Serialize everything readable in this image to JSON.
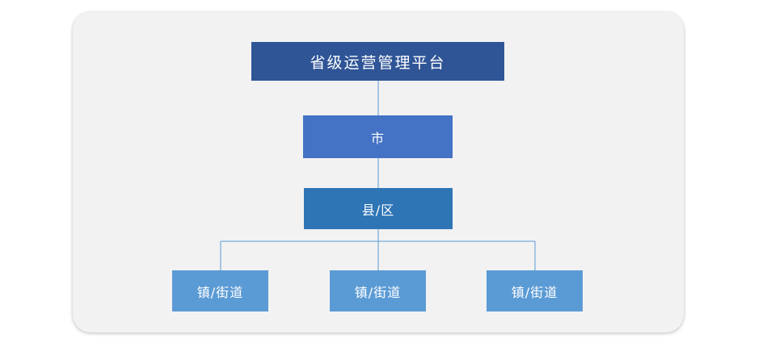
{
  "diagram": {
    "root": {
      "label": "省级运营管理平台"
    },
    "city": {
      "label": "市"
    },
    "county": {
      "label": "县/区"
    },
    "towns": [
      {
        "label": "镇/街道"
      },
      {
        "label": "镇/街道"
      },
      {
        "label": "镇/街道"
      }
    ]
  },
  "colors": {
    "panel_background": "#f2f2f2",
    "root_fill": "#2f5597",
    "city_fill": "#4472c4",
    "county_fill": "#2e75b6",
    "town_fill": "#5b9bd5",
    "connector": "#5b9bd5",
    "text": "#ffffff"
  }
}
